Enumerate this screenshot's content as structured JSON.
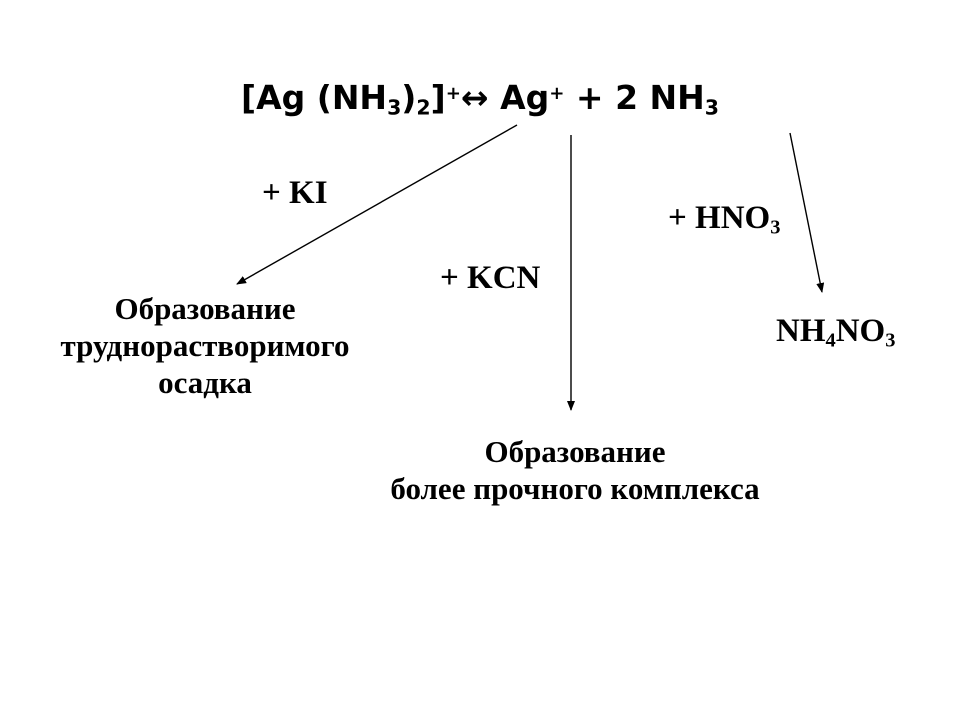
{
  "equation": {
    "open_bracket": "[Ag (NH",
    "nh3_sub": "3",
    "close_paren": ")",
    "count_sub": "2",
    "close_bracket": "]",
    "complex_charge": "+",
    "equilibrium_arrow": "↔",
    "ag_text": " Ag",
    "ag_charge": "+",
    "rhs_text": " + 2 NH",
    "rhs_sub": "3"
  },
  "reagents": {
    "ki": "+ KI",
    "kcn": "+ KCN",
    "hno3_text": "+ HNO",
    "hno3_sub": "3"
  },
  "outcomes": {
    "precipitate": [
      "Образование",
      "труднорастворимого",
      "осадка"
    ],
    "complex": [
      "Образование",
      "более прочного комплекса"
    ],
    "salt": {
      "nh_text": "NH",
      "nh_sub": "4",
      "no_text": "NO",
      "no_sub": "3"
    }
  },
  "colors": {
    "text": "#000000",
    "arrow": "#000000",
    "background": "#ffffff"
  }
}
